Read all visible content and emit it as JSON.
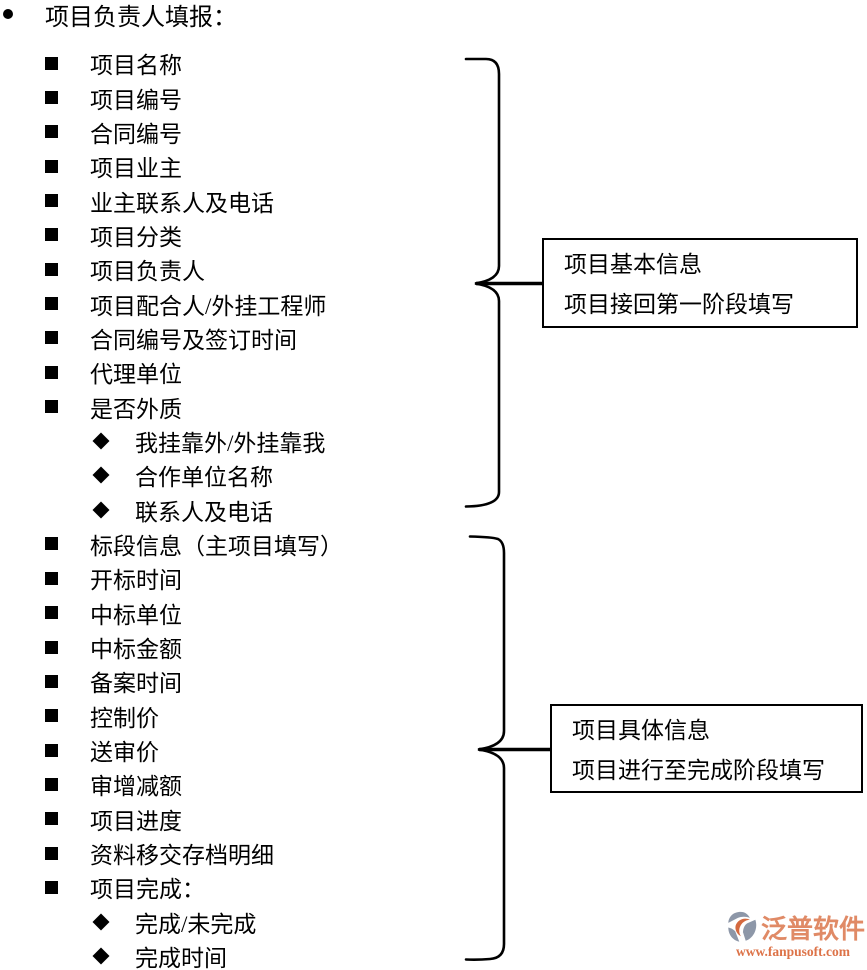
{
  "header": {
    "label": "项目负责人填报："
  },
  "outline": {
    "items": [
      {
        "level": 1,
        "label": "项目名称"
      },
      {
        "level": 1,
        "label": "项目编号"
      },
      {
        "level": 1,
        "label": "合同编号"
      },
      {
        "level": 1,
        "label": "项目业主"
      },
      {
        "level": 1,
        "label": "业主联系人及电话"
      },
      {
        "level": 1,
        "label": "项目分类"
      },
      {
        "level": 1,
        "label": "项目负责人"
      },
      {
        "level": 1,
        "label": "项目配合人/外挂工程师"
      },
      {
        "level": 1,
        "label": "合同编号及签订时间"
      },
      {
        "level": 1,
        "label": "代理单位"
      },
      {
        "level": 1,
        "label": "是否外质"
      },
      {
        "level": 2,
        "label": "我挂靠外/外挂靠我"
      },
      {
        "level": 2,
        "label": "合作单位名称"
      },
      {
        "level": 2,
        "label": "联系人及电话"
      },
      {
        "level": 1,
        "label": "标段信息（主项目填写）"
      },
      {
        "level": 1,
        "label": "开标时间"
      },
      {
        "level": 1,
        "label": "中标单位"
      },
      {
        "level": 1,
        "label": "中标金额"
      },
      {
        "level": 1,
        "label": "备案时间"
      },
      {
        "level": 1,
        "label": "控制价"
      },
      {
        "level": 1,
        "label": "送审价"
      },
      {
        "level": 1,
        "label": "审增减额"
      },
      {
        "level": 1,
        "label": "项目进度"
      },
      {
        "level": 1,
        "label": "资料移交存档明细"
      },
      {
        "level": 1,
        "label": "项目完成："
      },
      {
        "level": 2,
        "label": "完成/未完成"
      },
      {
        "level": 2,
        "label": "完成时间"
      }
    ]
  },
  "callouts": {
    "box1": {
      "line1": "项目基本信息",
      "line2": "项目接回第一阶段填写"
    },
    "box2": {
      "line1": "项目具体信息",
      "line2": "项目进行至完成阶段填写"
    }
  },
  "logo": {
    "name": "泛普软件",
    "url": "www.fanpusoft.com",
    "colors": {
      "name_color": "#e08a66",
      "url_color": "#dd7348",
      "icon_gray": "#8d97a8",
      "icon_orange": "#d4693f"
    }
  }
}
